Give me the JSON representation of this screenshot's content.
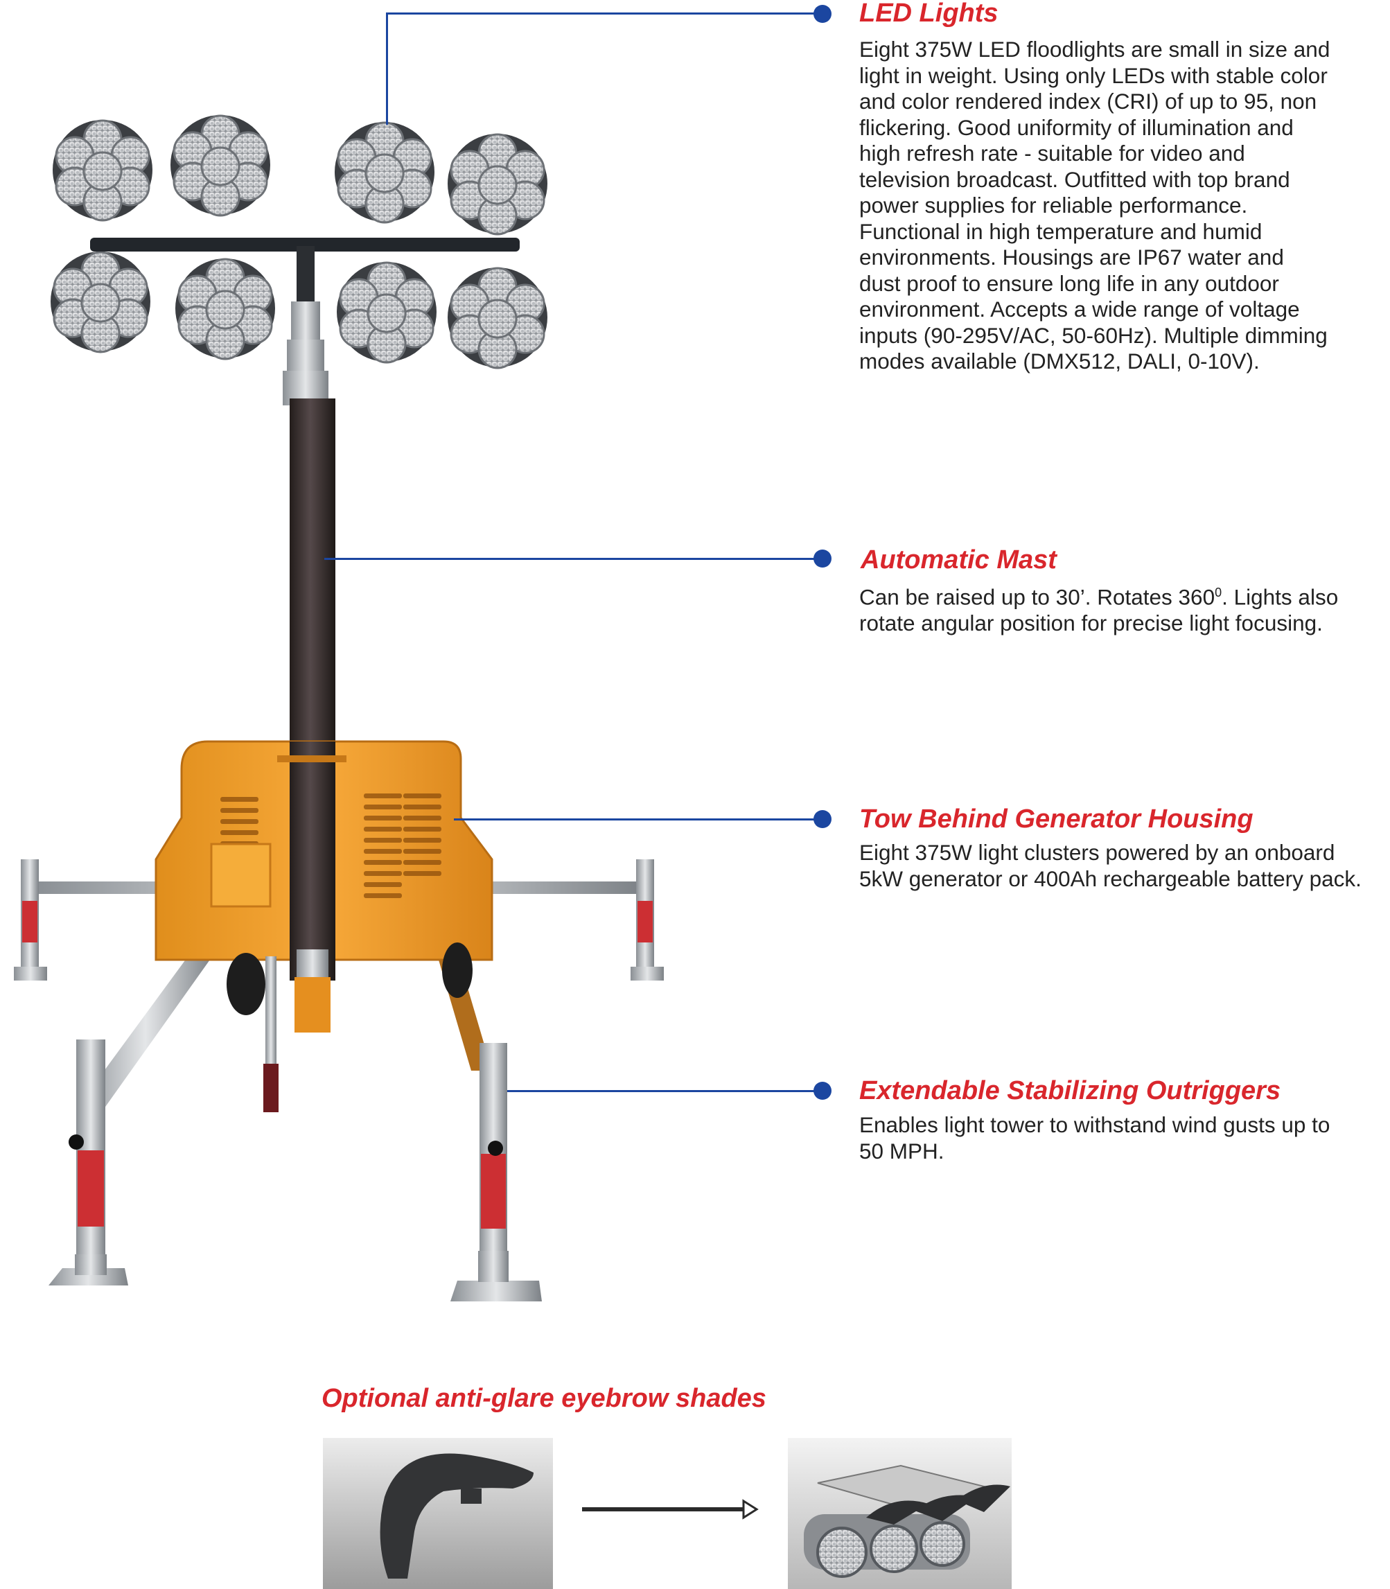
{
  "features": [
    {
      "id": "led-lights",
      "title": "LED Lights",
      "text": "Eight 375W LED floodlights are small in size and\nlight in weight.  Using only LEDs with stable color\nand color rendered index (CRI) of up to 95, non\nflickering.  Good uniformity of illumination and\nhigh refresh rate - suitable for video and\ntelevision broadcast.  Outfitted with top brand\npower supplies for reliable performance.\nFunctional in high temperature and humid\nenvironments.  Housings are IP67 water and\ndust proof to ensure long life in any outdoor\nenvironment.  Accepts a wide range of voltage\ninputs (90-295V/AC, 50-60Hz).  Multiple dimming\nmodes available (DMX512, DALI, 0-10V)."
    },
    {
      "id": "automatic-mast",
      "title": "Automatic Mast",
      "text_before_sup": "Can be raised up to 30’. Rotates 360",
      "sup": "0",
      "text_after_sup": ".  Lights also\nrotate angular position for precise light focusing."
    },
    {
      "id": "generator-housing",
      "title": "Tow Behind Generator Housing",
      "text": "Eight 375W light clusters powered by an onboard\n5kW generator or 400Ah rechargeable battery pack."
    },
    {
      "id": "outriggers",
      "title": "Extendable Stabilizing Outriggers",
      "text": "Enables light tower to withstand wind gusts up to\n50 MPH."
    }
  ],
  "optional": {
    "title": "Optional anti-glare eyebrow shades"
  },
  "colors": {
    "heading": "#d9262c",
    "leader": "#1b46a0",
    "body": "#222222",
    "housing": "#f0a12c",
    "mast": "#3b3430"
  }
}
